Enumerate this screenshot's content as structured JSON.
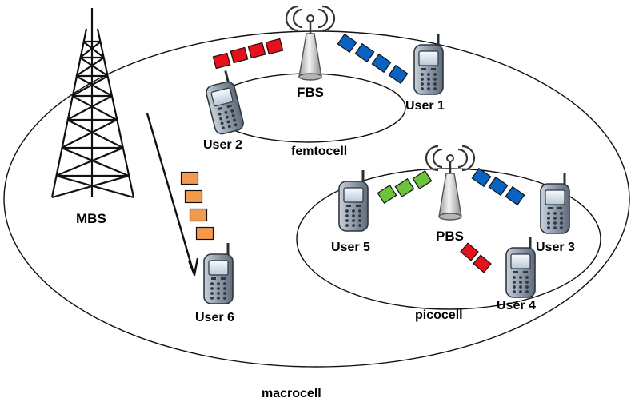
{
  "labels": {
    "mbs": "MBS",
    "fbs": "FBS",
    "pbs": "PBS",
    "user1": "User 1",
    "user2": "User 2",
    "user3": "User 3",
    "user4": "User 4",
    "user5": "User 5",
    "user6": "User 6",
    "femtocell": "femtocell",
    "picocell": "picocell",
    "macrocell": "macrocell"
  },
  "colors": {
    "red": "#e8101a",
    "blue": "#0a63c0",
    "green": "#6cc43a",
    "orange": "#f39a4c",
    "phone_body": "#9aa7b3",
    "tower": "#111111"
  },
  "icons": {
    "tower": "macro-tower-icon",
    "antenna": "small-cell-antenna-icon",
    "phone": "mobile-phone-icon"
  }
}
